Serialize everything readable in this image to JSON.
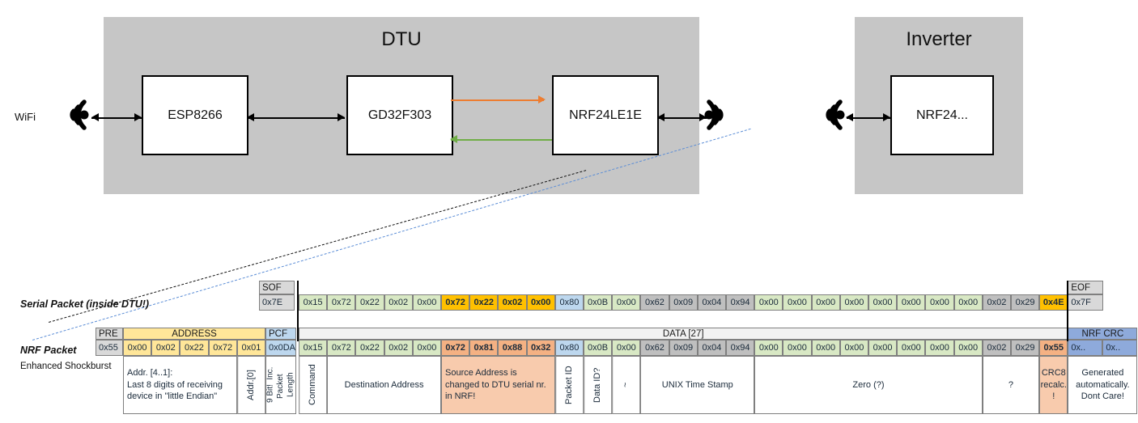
{
  "top_diagram": {
    "dtu": {
      "title": "DTU",
      "chips": [
        {
          "name": "esp8266",
          "label": "ESP8266"
        },
        {
          "name": "gd32f303",
          "label": "GD32F303"
        },
        {
          "name": "nrf24le1e",
          "label": "NRF24LE1E"
        }
      ]
    },
    "inverter": {
      "title": "Inverter",
      "chips": [
        {
          "name": "nrf24",
          "label": "NRF24..."
        }
      ]
    },
    "wifi_label": "WiFi",
    "icons": {
      "wifi_antenna": "wifi-antenna-icon",
      "rf_antenna_left": "rf-antenna-icon",
      "rf_antenna_right": "rf-antenna-icon"
    }
  },
  "labels": {
    "serial_packet": "Serial Packet (inside DTU!)",
    "nrf_packet": "NRF Packet",
    "enhanced_shockburst": "Enhanced Shockburst"
  },
  "serial_packet": {
    "sof_header": "SOF",
    "eof_header": "EOF",
    "sof_value": "0x7E",
    "eof_value": "0x7F",
    "bytes": [
      {
        "v": "0x15",
        "c": "green"
      },
      {
        "v": "0x72",
        "c": "green"
      },
      {
        "v": "0x22",
        "c": "green"
      },
      {
        "v": "0x02",
        "c": "green"
      },
      {
        "v": "0x00",
        "c": "green"
      },
      {
        "v": "0x72",
        "c": "yellow"
      },
      {
        "v": "0x22",
        "c": "yellow"
      },
      {
        "v": "0x02",
        "c": "yellow"
      },
      {
        "v": "0x00",
        "c": "yellow"
      },
      {
        "v": "0x80",
        "c": "blue"
      },
      {
        "v": "0x0B",
        "c": "green"
      },
      {
        "v": "0x00",
        "c": "green"
      },
      {
        "v": "0x62",
        "c": "silver"
      },
      {
        "v": "0x09",
        "c": "silver"
      },
      {
        "v": "0x04",
        "c": "silver"
      },
      {
        "v": "0x94",
        "c": "silver"
      },
      {
        "v": "0x00",
        "c": "green"
      },
      {
        "v": "0x00",
        "c": "green"
      },
      {
        "v": "0x00",
        "c": "green"
      },
      {
        "v": "0x00",
        "c": "green"
      },
      {
        "v": "0x00",
        "c": "green"
      },
      {
        "v": "0x00",
        "c": "green"
      },
      {
        "v": "0x00",
        "c": "green"
      },
      {
        "v": "0x00",
        "c": "green"
      },
      {
        "v": "0x02",
        "c": "silver"
      },
      {
        "v": "0x29",
        "c": "silver"
      },
      {
        "v": "0x4E",
        "c": "amber"
      }
    ]
  },
  "nrf_packet": {
    "headers": {
      "pre": "PRE",
      "address": "ADDRESS",
      "pcf": "PCF",
      "data": "DATA [27]",
      "nrf_crc": "NRF CRC"
    },
    "pre_value": "0x55",
    "address_values": [
      "0x00",
      "0x02",
      "0x22",
      "0x72",
      "0x01"
    ],
    "pcf_value": "0x0DA",
    "crc_values": [
      "0x..",
      "0x.."
    ],
    "bytes": [
      {
        "v": "0x15",
        "c": "green"
      },
      {
        "v": "0x72",
        "c": "green"
      },
      {
        "v": "0x22",
        "c": "green"
      },
      {
        "v": "0x02",
        "c": "green"
      },
      {
        "v": "0x00",
        "c": "green"
      },
      {
        "v": "0x72",
        "c": "orange"
      },
      {
        "v": "0x81",
        "c": "orange"
      },
      {
        "v": "0x88",
        "c": "orange"
      },
      {
        "v": "0x32",
        "c": "orange"
      },
      {
        "v": "0x80",
        "c": "blue"
      },
      {
        "v": "0x0B",
        "c": "green"
      },
      {
        "v": "0x00",
        "c": "green"
      },
      {
        "v": "0x62",
        "c": "silver"
      },
      {
        "v": "0x09",
        "c": "silver"
      },
      {
        "v": "0x04",
        "c": "silver"
      },
      {
        "v": "0x94",
        "c": "silver"
      },
      {
        "v": "0x00",
        "c": "green"
      },
      {
        "v": "0x00",
        "c": "green"
      },
      {
        "v": "0x00",
        "c": "green"
      },
      {
        "v": "0x00",
        "c": "green"
      },
      {
        "v": "0x00",
        "c": "green"
      },
      {
        "v": "0x00",
        "c": "green"
      },
      {
        "v": "0x00",
        "c": "green"
      },
      {
        "v": "0x00",
        "c": "green"
      },
      {
        "v": "0x02",
        "c": "silver"
      },
      {
        "v": "0x29",
        "c": "silver"
      },
      {
        "v": "0x55",
        "c": "orange"
      }
    ],
    "descriptions": {
      "address_note": "Addr. [4..1]:\nLast 8 digits of receiving device in \"little Endian\"",
      "addr0": "Addr.[0]",
      "pcf_note_1": "9 Bit!",
      "pcf_note_2": "Inc. Packet",
      "pcf_note_3": "Length",
      "command": "Command",
      "destination_address": "Destination Address",
      "source_address_note": "Source Address is changed to DTU serial nr. in NRF!",
      "packet_id": "Packet ID",
      "data_id": "Data ID?",
      "tilde": "~",
      "unix_time_stamp": "UNIX Time Stamp",
      "zero": "Zero (?)",
      "question": "?",
      "crc8": "CRC8 recalc. !",
      "crc_note": "Generated automatically. Dont Care!"
    }
  },
  "colors": {
    "enclosure_gray": "#c6c6c6",
    "green": "#d8e8c4",
    "yellow": "#FFC000",
    "light_yellow": "#FFE699",
    "blue": "#BDD7EE",
    "dark_blue": "#8EAADB",
    "orange": "#F4B183",
    "light_orange": "#F8CBAD",
    "silver": "#BFBFBF",
    "gray": "#d9d9d9",
    "arrow_orange": "#ED7D31",
    "arrow_green": "#70AD47"
  }
}
